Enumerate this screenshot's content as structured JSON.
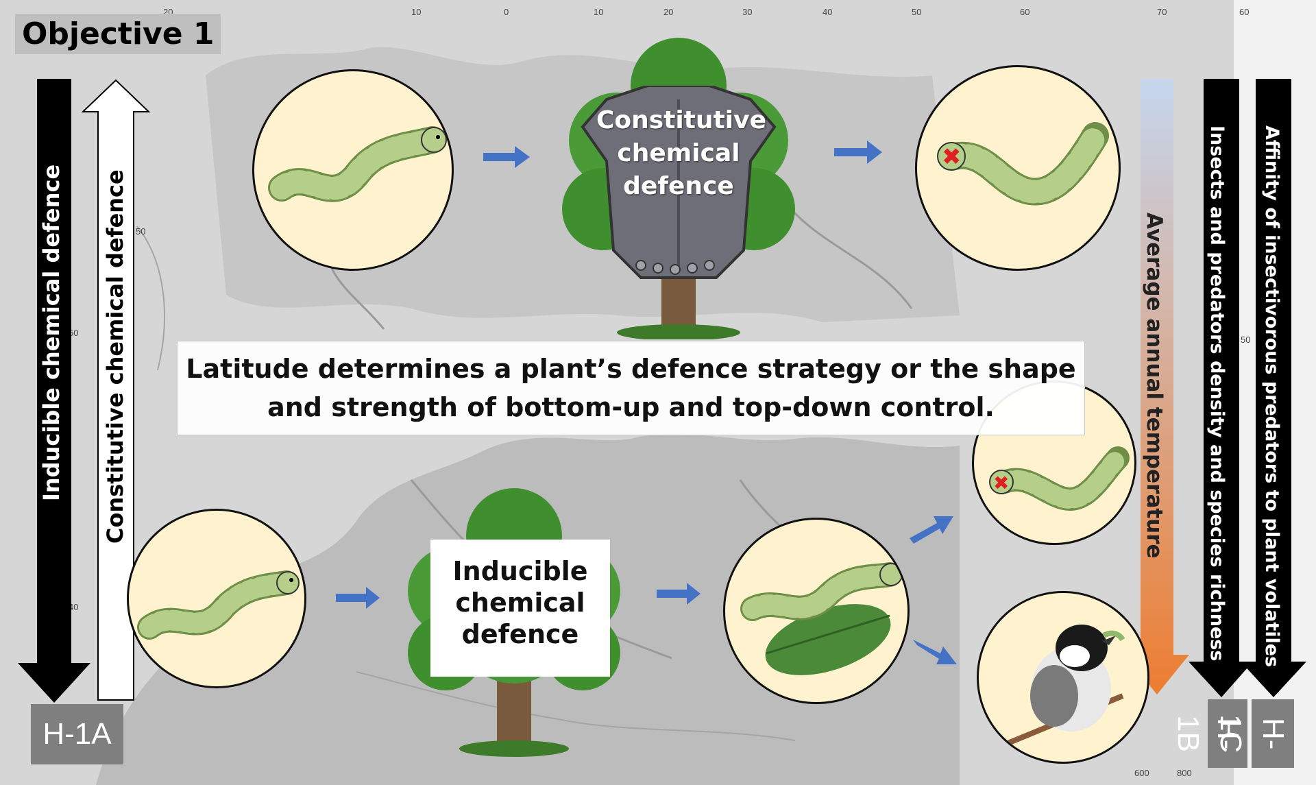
{
  "objective": "Objective 1",
  "main_statement": {
    "line1": "Latitude determines a plant’s defence strategy or the shape",
    "line2": "and strength of bottom-up and top-down control."
  },
  "left_axis": {
    "inducible": "Inducible chemical defence",
    "constitutive": "Constitutive chemical defence",
    "hypothesis": "H-1A"
  },
  "right_axis": {
    "temperature": "Average annual temperature",
    "insects": "Insects and predators density and species richness",
    "affinity": "Affinity of insectivorous predators to plant volatiles",
    "hyp_b": "H-1B",
    "hyp_c": "H-1C"
  },
  "trees": {
    "constitutive": [
      "Constitutive",
      "chemical",
      "defence"
    ],
    "inducible": [
      "Inducible",
      "chemical",
      "defence"
    ]
  },
  "map_ticks": {
    "top": [
      "20",
      "10",
      "0",
      "10",
      "20",
      "30",
      "40",
      "50",
      "60",
      "70",
      "60"
    ],
    "left": [
      "50",
      "50",
      "40"
    ],
    "right": [
      "50"
    ],
    "bottom": [
      "600",
      "800"
    ]
  },
  "colors": {
    "arrow_blue": "#4472c4",
    "temp_top": "#c5d6ee",
    "temp_bottom": "#ed7d31",
    "circle_fill": "#fff3cf",
    "caterpillar": "#a9c47f",
    "tree_green": "#3f8f2f"
  }
}
